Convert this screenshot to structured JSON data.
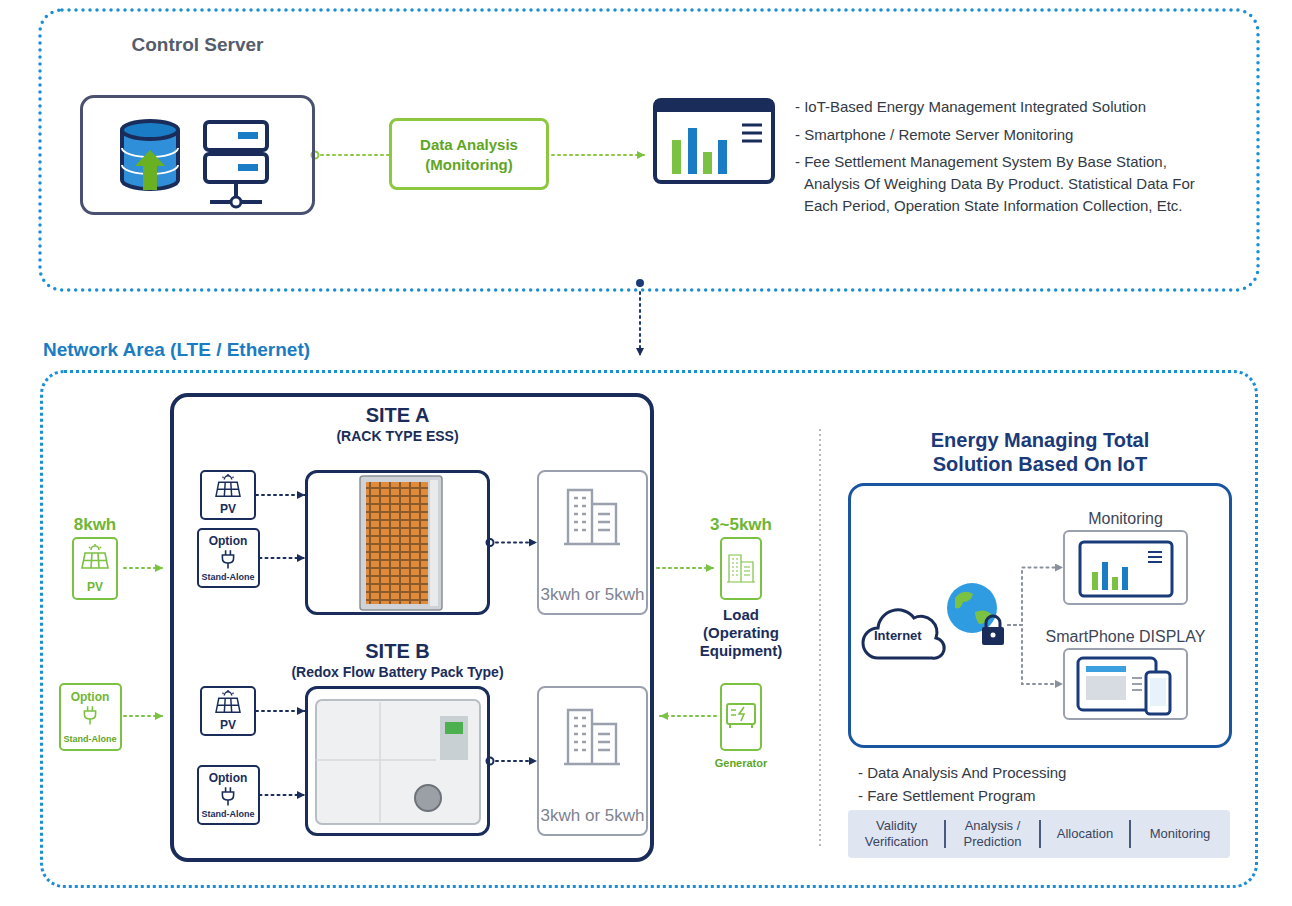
{
  "diagram": {
    "nodes": [
      {
        "text": [
          "Control Server"
        ]
      },
      {
        "text": [
          "Data Analysis (Monitoring)"
        ]
      },
      {
        "text": [
          "Network Area (LTE / Ethernet)"
        ]
      },
      {
        "text": [
          "8kwh",
          "PV"
        ],
        "in": 2
      },
      {
        "text": [
          "Option",
          "Stand-Alone"
        ],
        "in": 2
      },
      {
        "text": [
          "PV"
        ],
        "in": 2
      },
      {
        "text": [
          "Option",
          "Stand-Alone"
        ],
        "in": 2
      },
      {
        "text": [
          "SITE A",
          "(RACK TYPE ESS)"
        ],
        "in": 2
      },
      {
        "text": [
          "3kwh or 5kwh"
        ],
        "in": 2
      },
      {
        "text": [
          "PV"
        ],
        "in": 2
      },
      {
        "text": [
          "Option",
          "Stand-Alone"
        ],
        "in": 2
      },
      {
        "text": [
          "SITE B",
          "(Redox Flow Battery Pack Type)"
        ],
        "in": 2
      },
      {
        "text": [
          "3kwh or 5kwh"
        ],
        "in": 2
      },
      {
        "text": [
          "3~5kwh",
          "Load (Operating Equipment)"
        ],
        "in": 2
      },
      {
        "text": [
          "Generator"
        ],
        "in": 2
      },
      {
        "text": [
          "Energy Managing Total Solution Based On IoT"
        ],
        "in": 2
      },
      {
        "text": [
          "Internet"
        ],
        "in": 15
      },
      {
        "text": [
          "Monitoring"
        ],
        "in": 15
      },
      {
        "text": [
          "SmartPhone DISPLAY"
        ],
        "in": 15
      }
    ],
    "edges": [
      {
        "from": 0,
        "to": 1,
        "arrow": "none"
      },
      {
        "from": 5,
        "to": 7,
        "arrow": "to"
      },
      {
        "from": 6,
        "to": 7,
        "arrow": "to"
      },
      {
        "from": 7,
        "to": 8,
        "arrow": "to"
      },
      {
        "from": 9,
        "to": 11,
        "arrow": "to"
      },
      {
        "from": 10,
        "to": 11,
        "arrow": "to"
      },
      {
        "from": 11,
        "to": 12,
        "arrow": "to"
      },
      {
        "from": 16,
        "to": 17,
        "arrow": "to"
      },
      {
        "from": 16,
        "to": 18,
        "arrow": "to"
      }
    ],
    "labels": [
      "- IoT-Based Energy Management Integrated Solution",
      "- Smartphone / Remote Server Monitoring",
      "- Fee Settlement Management System By Base Station, Analysis Of Weighing Data By Product. Statistical Data For Each Period, Operation State Information Collection, Etc.",
      "- Data Analysis And Processing",
      "- Fare Settlement Program",
      "Validity Verification",
      "Analysis / Prediction",
      "Allocation",
      "Monitoring"
    ]
  }
}
